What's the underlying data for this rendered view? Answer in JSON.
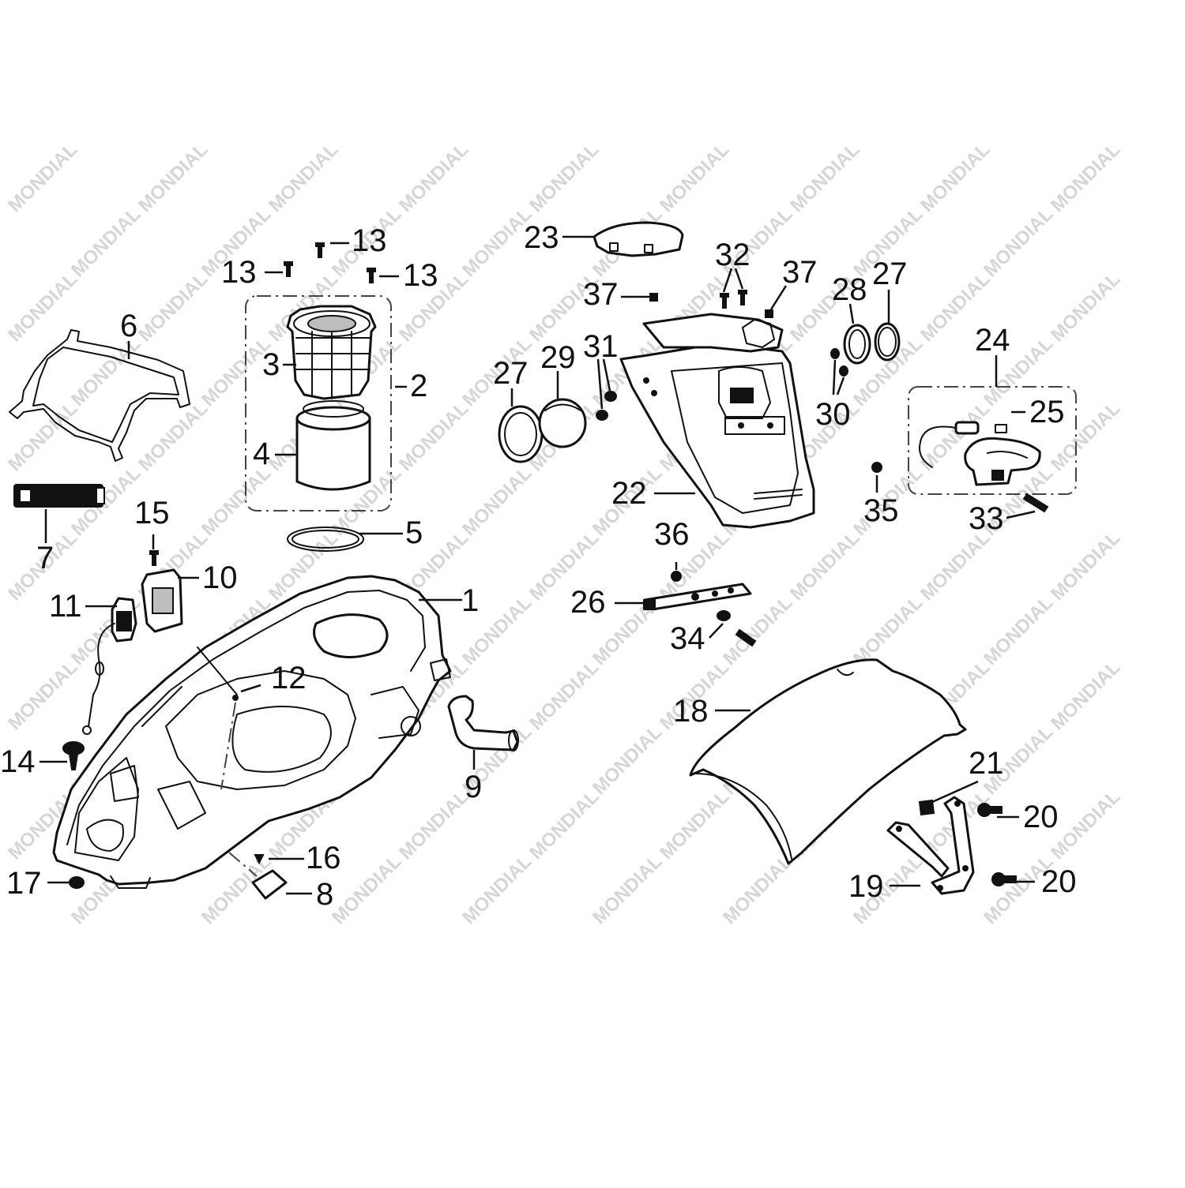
{
  "watermark": {
    "text": "MONDIAL"
  },
  "labels": {
    "p1": "1",
    "p2": "2",
    "p3": "3",
    "p4": "4",
    "p5": "5",
    "p6": "6",
    "p7": "7",
    "p8": "8",
    "p9": "9",
    "p10": "10",
    "p11": "11",
    "p12": "12",
    "p13a": "13",
    "p13b": "13",
    "p13c": "13",
    "p14": "14",
    "p15": "15",
    "p16": "16",
    "p17": "17",
    "p18": "18",
    "p19": "19",
    "p20a": "20",
    "p20b": "20",
    "p21": "21",
    "p22": "22",
    "p23": "23",
    "p24": "24",
    "p25": "25",
    "p26": "26",
    "p27a": "27",
    "p27b": "27",
    "p28": "28",
    "p29": "29",
    "p30": "30",
    "p31": "31",
    "p32": "32",
    "p33": "33",
    "p34": "34",
    "p35": "35",
    "p36": "36",
    "p37a": "37",
    "p37b": "37"
  }
}
